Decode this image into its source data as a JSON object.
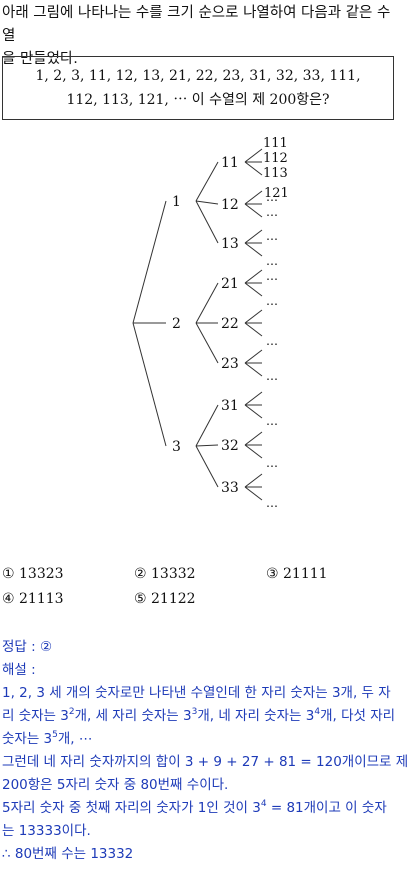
{
  "problem": {
    "line1": "아래 그림에 나타나는 수를 크기 순으로 나열하여 다음과 같은 수열",
    "line2": "을 만들었다.",
    "seq_line1": "1, 2, 3, 11, 12, 13, 21, 22, 23, 31, 32, 33, 111,",
    "seq_line2": "112, 113, 121, ⋯  이 수열의 제 200항은?"
  },
  "tree": {
    "level1": [
      "1",
      "2",
      "3"
    ],
    "level2": [
      "11",
      "12",
      "13",
      "21",
      "22",
      "23",
      "31",
      "32",
      "33"
    ],
    "level3_first": [
      "111",
      "112",
      "113"
    ],
    "level3_second": "121",
    "ellipsis_dots": "⋯"
  },
  "choices": [
    {
      "num": "①",
      "value": "13323"
    },
    {
      "num": "②",
      "value": "13332"
    },
    {
      "num": "③",
      "value": "21111"
    },
    {
      "num": "④",
      "value": "21113"
    },
    {
      "num": "⑤",
      "value": "21122"
    }
  ],
  "answer": {
    "label": "정답 : ②",
    "explain_label": "해설 :",
    "l1": "1, 2, 3 세 개의 숫자로만 나타낸 수열인데 한 자리 숫자는 3개, 두 자",
    "l2a": "리 숫자는 3",
    "l2b": "개, 세 자리 숫자는 3",
    "l2c": "개, 네 자리 숫자는 3",
    "l2d": "개, 다섯 자리",
    "l3a": "숫자는 3",
    "l3b": "개, ⋯",
    "exp2": "2",
    "exp3": "3",
    "exp4": "4",
    "exp5": "5",
    "l4": "그런데 네 자리 숫자까지의 합이 3 + 9 + 27 + 81 = 120개이므로 제",
    "l5": "200항은 5자리 숫자 중 80번째 수이다.",
    "l6a": "5자리 숫자 중 첫째 자리의 숫자가 1인 것이 3",
    "l6b": " = 81개이고 이 숫자",
    "l7": "는 13333이다.",
    "l8": "∴ 80번째 수는 13332"
  }
}
